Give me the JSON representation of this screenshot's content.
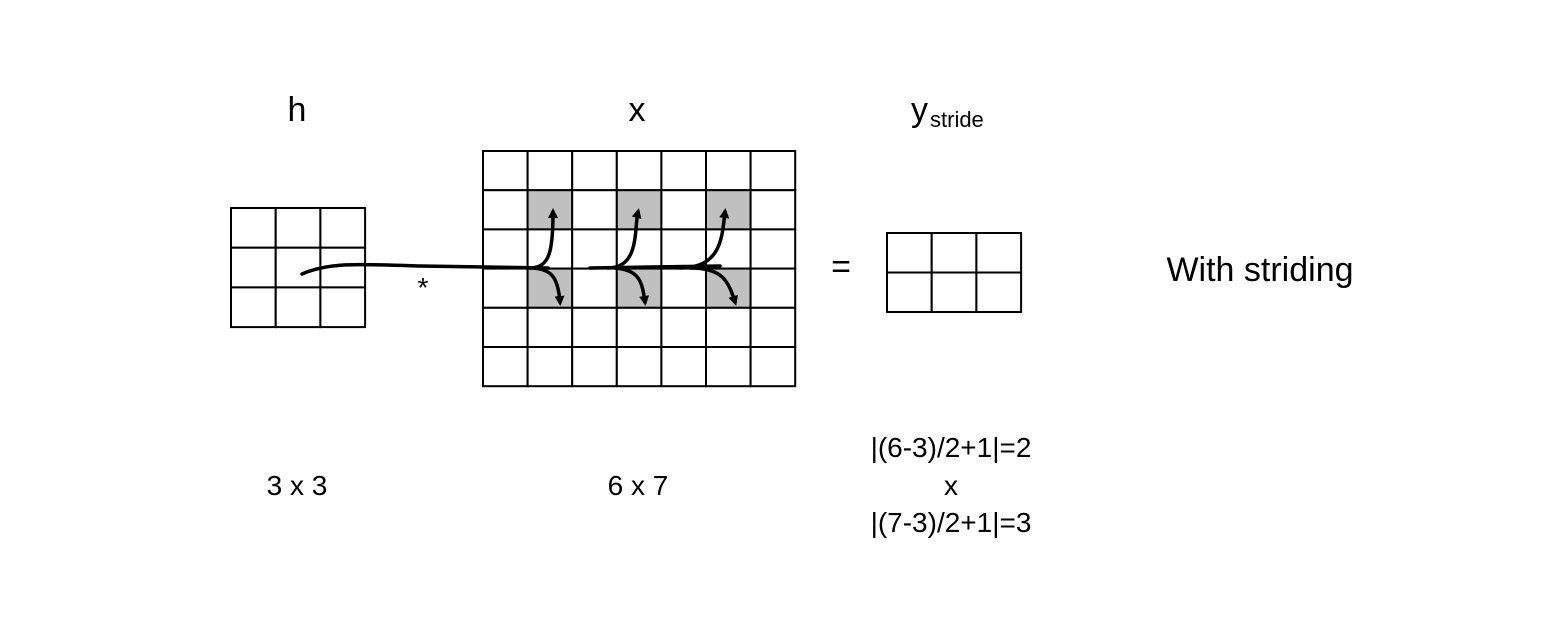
{
  "labels": {
    "h": "h",
    "x": "x",
    "y_base": "y",
    "y_sub": "stride",
    "conv_op": "*",
    "equals": "=",
    "title": "With striding"
  },
  "dims": {
    "h": "3 x 3",
    "x": "6 x 7",
    "y_line1": "|(6-3)/2+1|=2",
    "y_line2": "x",
    "y_line3": "|(7-3)/2+1|=3"
  },
  "grids": {
    "h": {
      "rows": 3,
      "cols": 3,
      "highlight": []
    },
    "x": {
      "rows": 6,
      "cols": 7,
      "highlight": [
        [
          1,
          1
        ],
        [
          1,
          3
        ],
        [
          1,
          5
        ],
        [
          3,
          1
        ],
        [
          3,
          3
        ],
        [
          3,
          5
        ]
      ]
    },
    "y": {
      "rows": 2,
      "cols": 3,
      "highlight": []
    }
  },
  "colors": {
    "highlight": "#c0c0c0",
    "line": "#000000",
    "background": "#ffffff"
  }
}
